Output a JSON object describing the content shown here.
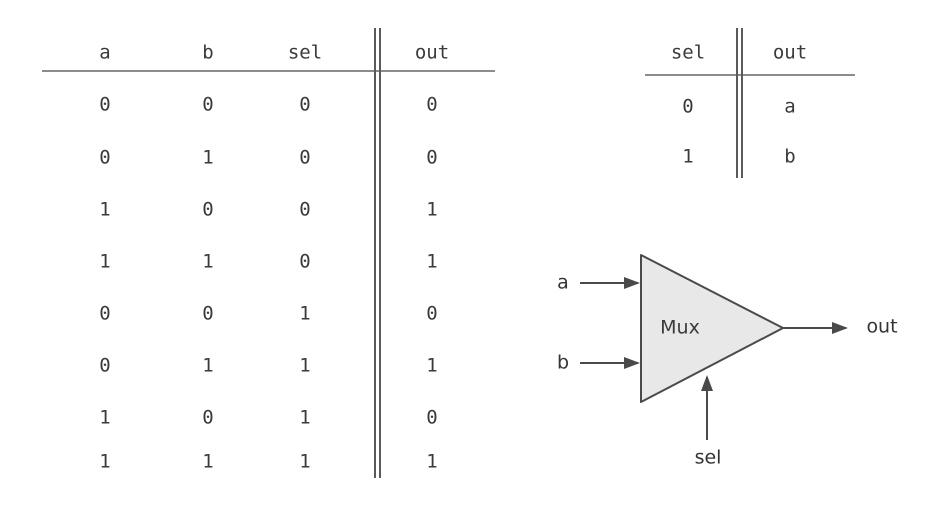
{
  "figure": {
    "kind": "mux-truth-table-and-symbol",
    "line_color": "#8c8c8c",
    "double_rule_color": "#5a5a5a",
    "text_color": "#3a3a3a",
    "mux_fill": "#e8e8e8",
    "mux_stroke": "#4a4a4a",
    "arrow_color": "#4a4a4a"
  },
  "truth_table": {
    "type": "table",
    "columns": [
      "a",
      "b",
      "sel"
    ],
    "out_column": "out",
    "rows": [
      {
        "a": "0",
        "b": "0",
        "sel": "0",
        "out": "0"
      },
      {
        "a": "0",
        "b": "1",
        "sel": "0",
        "out": "0"
      },
      {
        "a": "1",
        "b": "0",
        "sel": "0",
        "out": "1"
      },
      {
        "a": "1",
        "b": "1",
        "sel": "0",
        "out": "1"
      },
      {
        "a": "0",
        "b": "0",
        "sel": "1",
        "out": "0"
      },
      {
        "a": "0",
        "b": "1",
        "sel": "1",
        "out": "1"
      },
      {
        "a": "1",
        "b": "0",
        "sel": "1",
        "out": "0"
      },
      {
        "a": "1",
        "b": "1",
        "sel": "1",
        "out": "1"
      }
    ]
  },
  "abstract_table": {
    "type": "table",
    "columns": [
      "sel"
    ],
    "out_column": "out",
    "rows": [
      {
        "sel": "0",
        "out": "a"
      },
      {
        "sel": "1",
        "out": "b"
      }
    ]
  },
  "mux_symbol": {
    "body_label": "Mux",
    "input_a": "a",
    "input_b": "b",
    "select": "sel",
    "output": "out"
  }
}
